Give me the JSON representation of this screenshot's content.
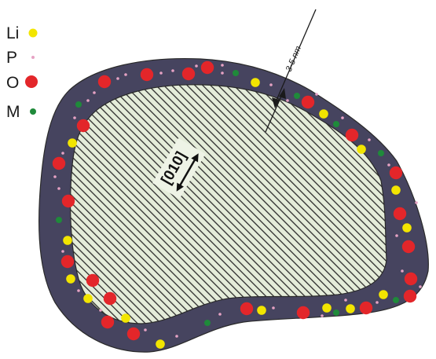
{
  "legend": {
    "items": [
      {
        "id": "li",
        "label": "Li",
        "color": "#f2e500"
      },
      {
        "id": "p",
        "label": "P",
        "color": "#e6a2c4"
      },
      {
        "id": "o",
        "label": "O",
        "color": "#e3262a"
      },
      {
        "id": "m",
        "label": "M",
        "color": "#1f8a3a"
      }
    ]
  },
  "annotations": {
    "thickness": "3-5 nm",
    "direction": "[010]"
  },
  "colors": {
    "shell": "#46445f",
    "core_fill": "#e4ecd9",
    "hatch": "#2b2b2b"
  }
}
